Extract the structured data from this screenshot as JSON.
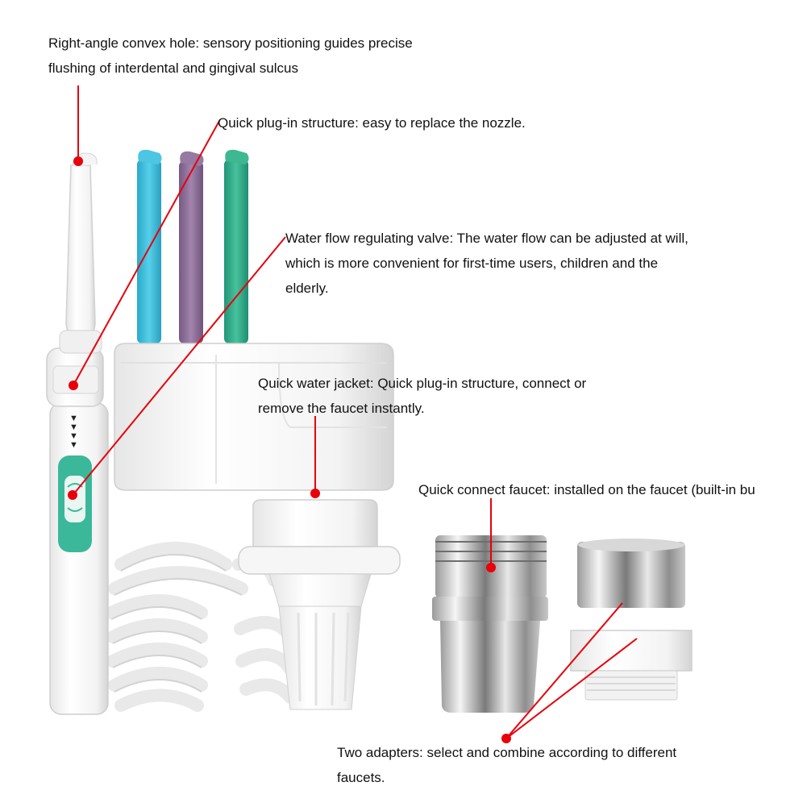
{
  "accent_color": "#e8000a",
  "annotations": [
    {
      "id": "convex-hole",
      "lines": [
        "Right-angle convex hole: sensory positioning guides precise",
        "flushing of interdental and gingival sulcus"
      ]
    },
    {
      "id": "plug-in",
      "lines": [
        "Quick plug-in structure: easy to replace the nozzle."
      ]
    },
    {
      "id": "valve",
      "lines": [
        "Water flow regulating valve: The water flow can be adjusted at will,",
        "which is more convenient for first-time users, children and the",
        "elderly."
      ]
    },
    {
      "id": "water-jacket",
      "lines": [
        "Quick water jacket: Quick plug-in structure, connect or",
        "remove the faucet instantly."
      ]
    },
    {
      "id": "faucet",
      "lines": [
        "Quick connect faucet: installed on the faucet (built-in bu"
      ]
    },
    {
      "id": "adapters",
      "lines": [
        "Two adapters: select and combine according to different",
        "faucets."
      ]
    }
  ],
  "product_parts": {
    "handle_arrows": "▼▼▼▼",
    "nozzle_colors": [
      "#35c0de",
      "#8b6b97",
      "#2fad86"
    ],
    "valve_color": "#3bb89a"
  }
}
